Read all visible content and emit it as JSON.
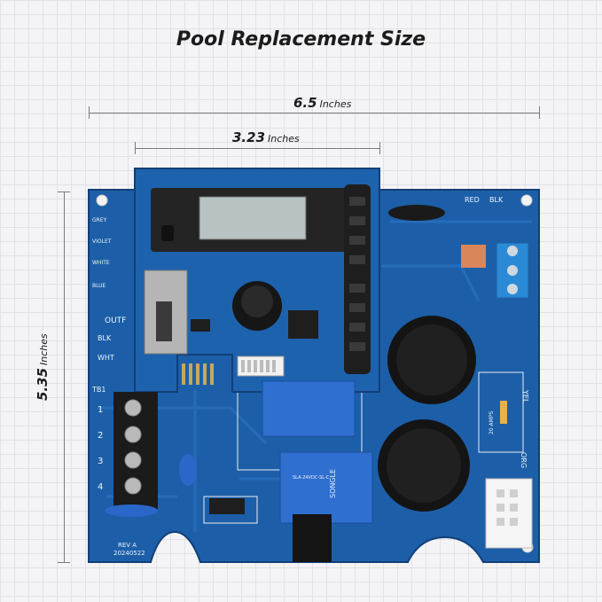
{
  "title": "Pool Replacement Size",
  "dimensions": {
    "width_outer": {
      "value": "6.5",
      "unit": "Inches"
    },
    "width_inner": {
      "value": "3.23",
      "unit": "Inches"
    },
    "height": {
      "value": "5.35",
      "unit": "Inches"
    }
  },
  "board_labels": {
    "grey": "GREY",
    "violet": "VIOLET",
    "white": "WHITE",
    "blue": "BLUE",
    "out": "OUTF",
    "blk": "BLK",
    "wht": "WHT",
    "tb1": "TB1",
    "terminals": [
      "1",
      "2",
      "3",
      "4"
    ],
    "red": "RED",
    "blk_top": "BLK",
    "yel": "YEL",
    "org": "ORG",
    "amps": "20 AMPS",
    "rev": "REV A",
    "date": "20240522",
    "relay_brand": "SONGLE",
    "relay_model": "SLA-24VDC-SL-C"
  },
  "colors": {
    "board": "#1c5fa8",
    "board_dark": "#134a88",
    "background": "#f4f4f6"
  }
}
